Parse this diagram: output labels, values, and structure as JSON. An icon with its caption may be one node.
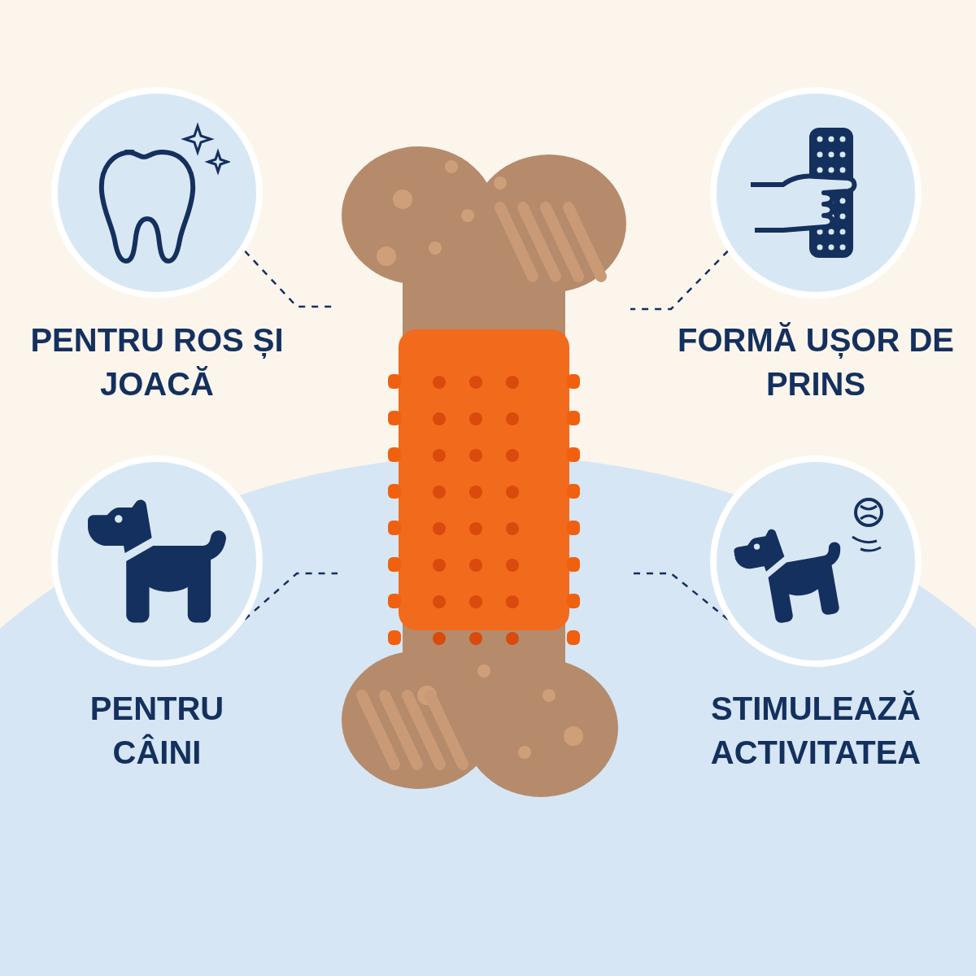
{
  "diagram": {
    "nodes": [
      {
        "text": [
          "PENTRU ROS ȘI JOACĂ"
        ]
      },
      {
        "text": [
          "FORMĂ UȘOR DE PRINS"
        ]
      },
      {
        "text": [
          "PENTRU CÂINI"
        ]
      },
      {
        "text": [
          "STIMULEAZĂ ACTIVITATEA"
        ]
      },
      {
        "text": [],
        "shape": "picture"
      }
    ],
    "edges": [
      {
        "from": 0,
        "to": 4,
        "arrow": "none",
        "style": "dashed"
      },
      {
        "from": 1,
        "to": 4,
        "arrow": "none",
        "style": "dashed"
      },
      {
        "from": 2,
        "to": 4,
        "arrow": "none",
        "style": "dashed"
      },
      {
        "from": 3,
        "to": 4,
        "arrow": "none",
        "style": "dashed"
      }
    ]
  }
}
